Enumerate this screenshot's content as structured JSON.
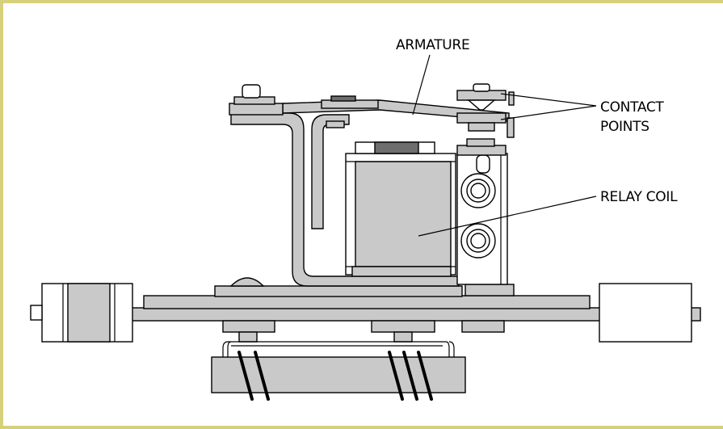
{
  "labels": {
    "armature": "ARMATURE",
    "contact_points_line1": "CONTACT",
    "contact_points_line2": "POINTS",
    "relay_coil": "RELAY COIL"
  },
  "colors": {
    "frame_border": "#d6d07a",
    "page_bg": "#fffde0",
    "part_fill": "#c9c9c9",
    "dark_fill": "#6e6e6e"
  }
}
